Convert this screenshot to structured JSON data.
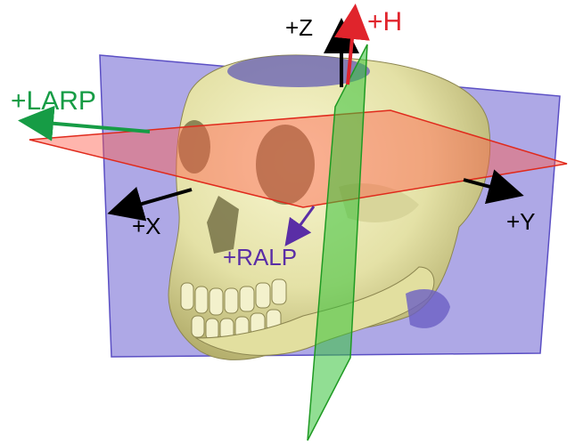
{
  "figure": {
    "axes": {
      "plus_z": "+Z",
      "plus_h": "+H",
      "plus_larp": "+LARP",
      "plus_x": "+X",
      "plus_y": "+Y",
      "plus_ralp": "+RALP"
    },
    "colors": {
      "background": "#ffffff",
      "bone": "#ecebb2",
      "bone_shadow": "#a9a35f",
      "coronal_plane": "#7d72d6",
      "axial_plane": "#ff5a4a",
      "sagittal_plane": "#36c23a",
      "larp_arrow": "#169c45",
      "h_arrow": "#e0242c",
      "ralp_arrow": "#5a2ea6",
      "black_axes": "#000000"
    }
  }
}
